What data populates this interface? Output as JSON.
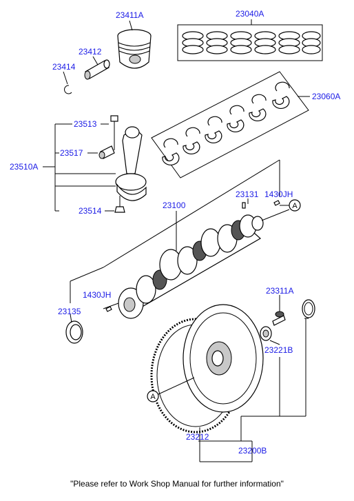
{
  "parts": {
    "piston": "23411A",
    "piston_pin": "23412",
    "snap_ring": "23414",
    "ring_set": "23040A",
    "main_bearing_set": "23060A",
    "conrod_bolt": "23513",
    "conrod_bushing": "23517",
    "conrod_assy": "23510A",
    "conrod_nut": "23514",
    "crankshaft_pin": "23131",
    "key_front": "1430JH",
    "crankshaft": "23100",
    "key_rear": "1430JH",
    "oil_seal": "23135",
    "flywheel_bolt": "23311A",
    "bushing": "23221B",
    "ring_gear": "23212",
    "flywheel_assy": "23200B"
  },
  "markers": {
    "ref_a": "A",
    "ref_a2": "A"
  },
  "footer_note": "\"Please refer to Work Shop Manual for further information\""
}
